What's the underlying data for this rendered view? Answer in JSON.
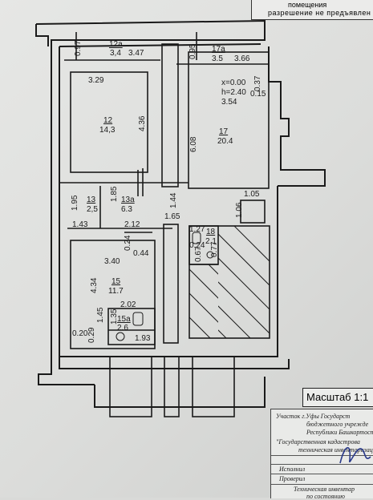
{
  "header_stamp": {
    "line1": "помещения",
    "line2": "разрешение   не   предъявлен"
  },
  "rooms": {
    "r12a": {
      "id": "12a",
      "area": "3,4"
    },
    "r17a": {
      "id": "17a",
      "area": "3.5"
    },
    "r12": {
      "id": "12",
      "area": "14,3"
    },
    "r17": {
      "id": "17",
      "area": "20.4"
    },
    "r13": {
      "id": "13",
      "area": "2,5"
    },
    "r13a": {
      "id": "13a",
      "area": "6.3"
    },
    "r18": {
      "id": "18",
      "area": "2.1"
    },
    "r15": {
      "id": "15",
      "area": "11.7"
    },
    "r15a": {
      "id": "15a",
      "area": "2.6"
    }
  },
  "dimensions": {
    "d097": "0.97",
    "d347": "3.47",
    "d095": "0.95",
    "d366": "3.66",
    "d329": "3.29",
    "d436": "4.36",
    "d354": "3.54",
    "d037": "0.37",
    "d015": "0.15",
    "d608": "6.08",
    "d195": "1.95",
    "d185": "1.85",
    "d144": "1.44",
    "d105": "1.05",
    "d106": "1.06",
    "d143": "1.43",
    "d212": "2.12",
    "d165": "1.65",
    "d127": "1.27",
    "d024a": "0.24",
    "d067": "0.67",
    "d077": "0.77",
    "d024b": "0.24",
    "d340": "3.40",
    "d044": "0.44",
    "d434": "4.34",
    "d202": "2.02",
    "d145": "1.45",
    "d135": "1.35",
    "d020": "0.20",
    "d029": "0.29",
    "d193": "1.93"
  },
  "level_mark": {
    "x": "x=0.00",
    "h": "h=2.40"
  },
  "scale": {
    "label": "Масштаб 1:1"
  },
  "title_block": {
    "l1": "Участок г.Уфы   Государст",
    "l2": "бюджетного учрежде",
    "l3": "Республики Башкортост",
    "l4": "\"Государственная кадастрова",
    "l5": "техническая инвентаризац",
    "l6": "Исполнил",
    "l7": "Проверил",
    "l8": "Техническая инвентар",
    "l9": "по состоянию"
  }
}
